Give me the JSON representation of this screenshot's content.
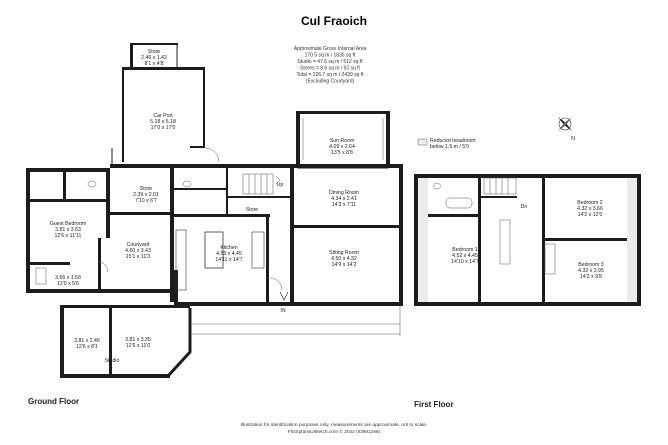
{
  "title": "Cul Fraoich",
  "area_summary": [
    "Approximate Gross Internal Area",
    "170.5 sq m / 1835 sq ft",
    "Studio = 47.6 sq m / 512 sq ft",
    "Stores = 8.6 sq m / 92 sq ft",
    "Total = 226.7 sq m / 2439 sq ft",
    "(Excluding Courtyard)"
  ],
  "legend": {
    "line1": "Reduced headroom",
    "line2": "below 1.5 m / 5'0"
  },
  "compass": {
    "label": "N"
  },
  "ground_floor": {
    "label": "Ground Floor",
    "rooms": {
      "store_top": [
        "Store",
        "2.46 x 1.42",
        "8'1 x 4'8"
      ],
      "car_port": [
        "Car Port",
        "5.18 x 5.18",
        "17'0 x 17'0"
      ],
      "sun_room": [
        "Sun Room",
        "4.09 x 2.64",
        "13'5 x 8'8"
      ],
      "store_mid": [
        "Store",
        "2.39 x 2.01",
        "7'10 x 6'7"
      ],
      "dining": [
        "Dining Room",
        "4.34 x 2.41",
        "14'3 x 7'11"
      ],
      "guest": [
        "Guest Bedroom",
        "3.81 x 3.63",
        "12'6 x 11'11"
      ],
      "courtyard": [
        "Courtyard",
        "4.60 x 3.43",
        "15'1 x 11'3"
      ],
      "kitchen": [
        "Kitchen",
        "4.55 x 4.45",
        "14'11 x 14'7"
      ],
      "sitting": [
        "Sitting Room",
        "4.50 x 4.32",
        "14'9 x 14'2"
      ],
      "utility": [
        "3.66 x 1.68",
        "12'0 x 5'6"
      ],
      "studio_a": [
        "3.81 x 2.46",
        "12'6 x 8'1"
      ],
      "studio_b": [
        "3.81 x 3.35",
        "12'6 x 11'0"
      ],
      "store_small": [
        "Store"
      ]
    },
    "studio_label": "Studio",
    "up_label": "Up",
    "in_label": "IN"
  },
  "first_floor": {
    "label": "First Floor",
    "rooms": {
      "bedroom1": [
        "Bedroom 1",
        "4.52 x 4.45",
        "14'10 x 14'7"
      ],
      "bedroom2": [
        "Bedroom 2",
        "4.32 x 3.66",
        "14'2 x 12'0"
      ],
      "bedroom3": [
        "Bedroom 3",
        "4.32 x 2.95",
        "14'2 x 9'8"
      ]
    },
    "dn_label": "Dn"
  },
  "footer": [
    "Illustration for identification purposes only, measurements are approximate, not to scale.",
    "FloorplansUsketch.com © 2022 (ID891288)"
  ]
}
